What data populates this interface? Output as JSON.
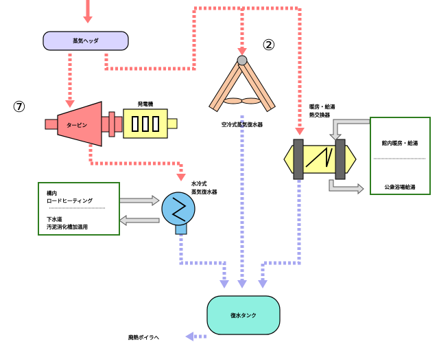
{
  "labels": {
    "header": "蒸気ヘッダ",
    "turbine": "タービン",
    "generator": "発電機",
    "air_condenser": "空冷式蒸気復水器",
    "hx_line1": "暖房・給湯",
    "hx_line2": "熱交換器",
    "water_condenser_line1": "水冷式",
    "water_condenser_line2": "蒸気復水器",
    "tank": "復水タンク",
    "to_boiler": "廃熱ボイラへ",
    "left_box_1a": "構内",
    "left_box_1b": "ロードヒーティング",
    "left_box_2a": "下水道",
    "left_box_2b": "汚泥消化槽加温用",
    "right_box_1": "館内暖房・給湯",
    "right_box_2": "公衆浴場給湯"
  },
  "markers": {
    "marker_2": "②",
    "marker_7": "⑦"
  },
  "colors": {
    "steam": "#ff7878",
    "condensate": "#a7a7f1",
    "box_border": "#2e7d1f",
    "header_fill": "#d9d5ff",
    "turbine_fill": "#ff8a8a",
    "generator_fill": "#ffff9a",
    "condenser_fill": "#7ec7f0",
    "tank_fill": "#8ef0e0",
    "hx_fill": "#ffff9a"
  }
}
